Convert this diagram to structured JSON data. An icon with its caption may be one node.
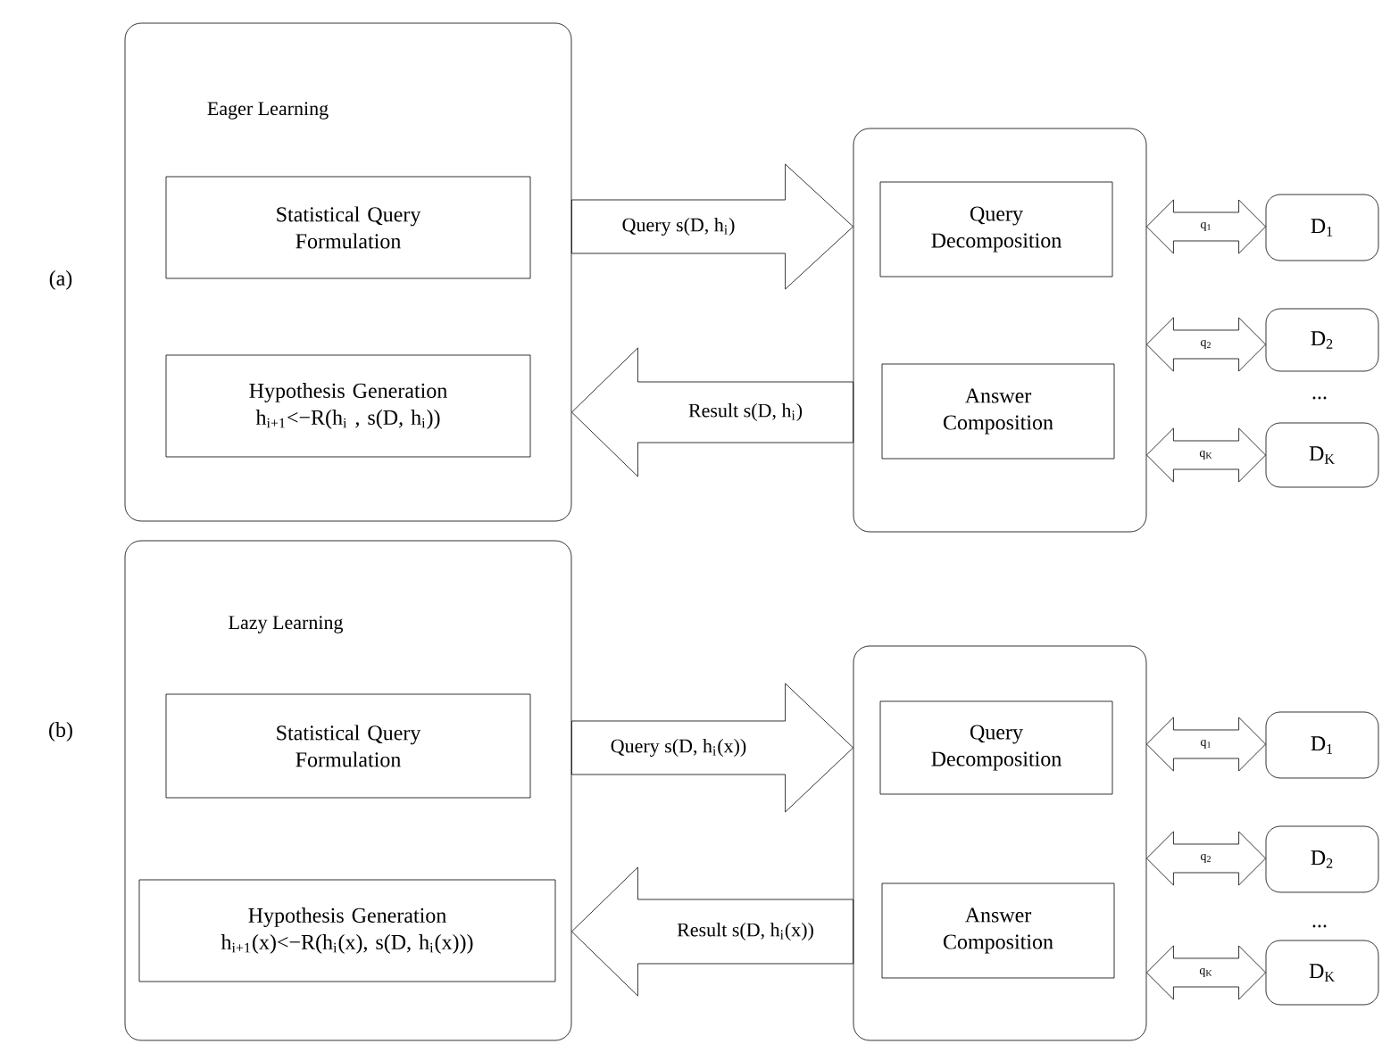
{
  "diagram": {
    "nodes": [
      {
        "text": [
          "Eager Learning"
        ]
      },
      {
        "text": [
          "Statistical Query Formulation"
        ],
        "in": 0
      },
      {
        "text": [
          "Hypothesis Generation",
          "h$_{i+1}$<−R(h$_{i}$ , s(D, h$_{i}$))"
        ],
        "in": 0
      },
      {
        "text": [],
        "shape": "box"
      },
      {
        "text": [
          "Query Decomposition"
        ],
        "in": 3
      },
      {
        "text": [
          "Answer Composition"
        ],
        "in": 3
      },
      {
        "text": [
          "D$_{1}$"
        ]
      },
      {
        "text": [
          "D$_{2}$"
        ]
      },
      {
        "text": [
          "D$_{K}$"
        ]
      },
      {
        "text": [
          "Lazy Learning"
        ]
      },
      {
        "text": [
          "Statistical Query Formulation"
        ],
        "in": 9
      },
      {
        "text": [
          "Hypothesis Generation",
          "h$_{i+1}$(x)<−R(h$_{i}$(x), s(D, h$_{i}$(x)))"
        ],
        "in": 9
      },
      {
        "text": [],
        "shape": "box"
      },
      {
        "text": [
          "Query Decomposition"
        ],
        "in": 12
      },
      {
        "text": [
          "Answer Composition"
        ],
        "in": 12
      },
      {
        "text": [
          "D$_{1}$"
        ]
      },
      {
        "text": [
          "D$_{2}$"
        ]
      },
      {
        "text": [
          "D$_{K}$"
        ]
      }
    ],
    "edges": [
      {
        "from": 0,
        "to": 3,
        "arrow": "to",
        "label": "Query s(D, h$_{i}$)"
      },
      {
        "from": 3,
        "to": 0,
        "arrow": "to",
        "label": "Result s(D, h$_{i}$)"
      },
      {
        "from": 3,
        "to": 6,
        "arrow": "both",
        "label": "q$_{1}$"
      },
      {
        "from": 3,
        "to": 7,
        "arrow": "both",
        "label": "q$_{2}$"
      },
      {
        "from": 3,
        "to": 8,
        "arrow": "both",
        "label": "q$_{K}$"
      },
      {
        "from": 9,
        "to": 12,
        "arrow": "to",
        "label": "Query s(D, h$_{i}$(x))"
      },
      {
        "from": 12,
        "to": 9,
        "arrow": "to",
        "label": "Result s(D, h$_{i}$(x))"
      },
      {
        "from": 12,
        "to": 15,
        "arrow": "both",
        "label": "q$_{1}$"
      },
      {
        "from": 12,
        "to": 16,
        "arrow": "both",
        "label": "q$_{2}$"
      },
      {
        "from": 12,
        "to": 17,
        "arrow": "both",
        "label": "q$_{K}$"
      }
    ],
    "labels": [
      "(a)",
      "...",
      "(b)",
      "..."
    ]
  }
}
